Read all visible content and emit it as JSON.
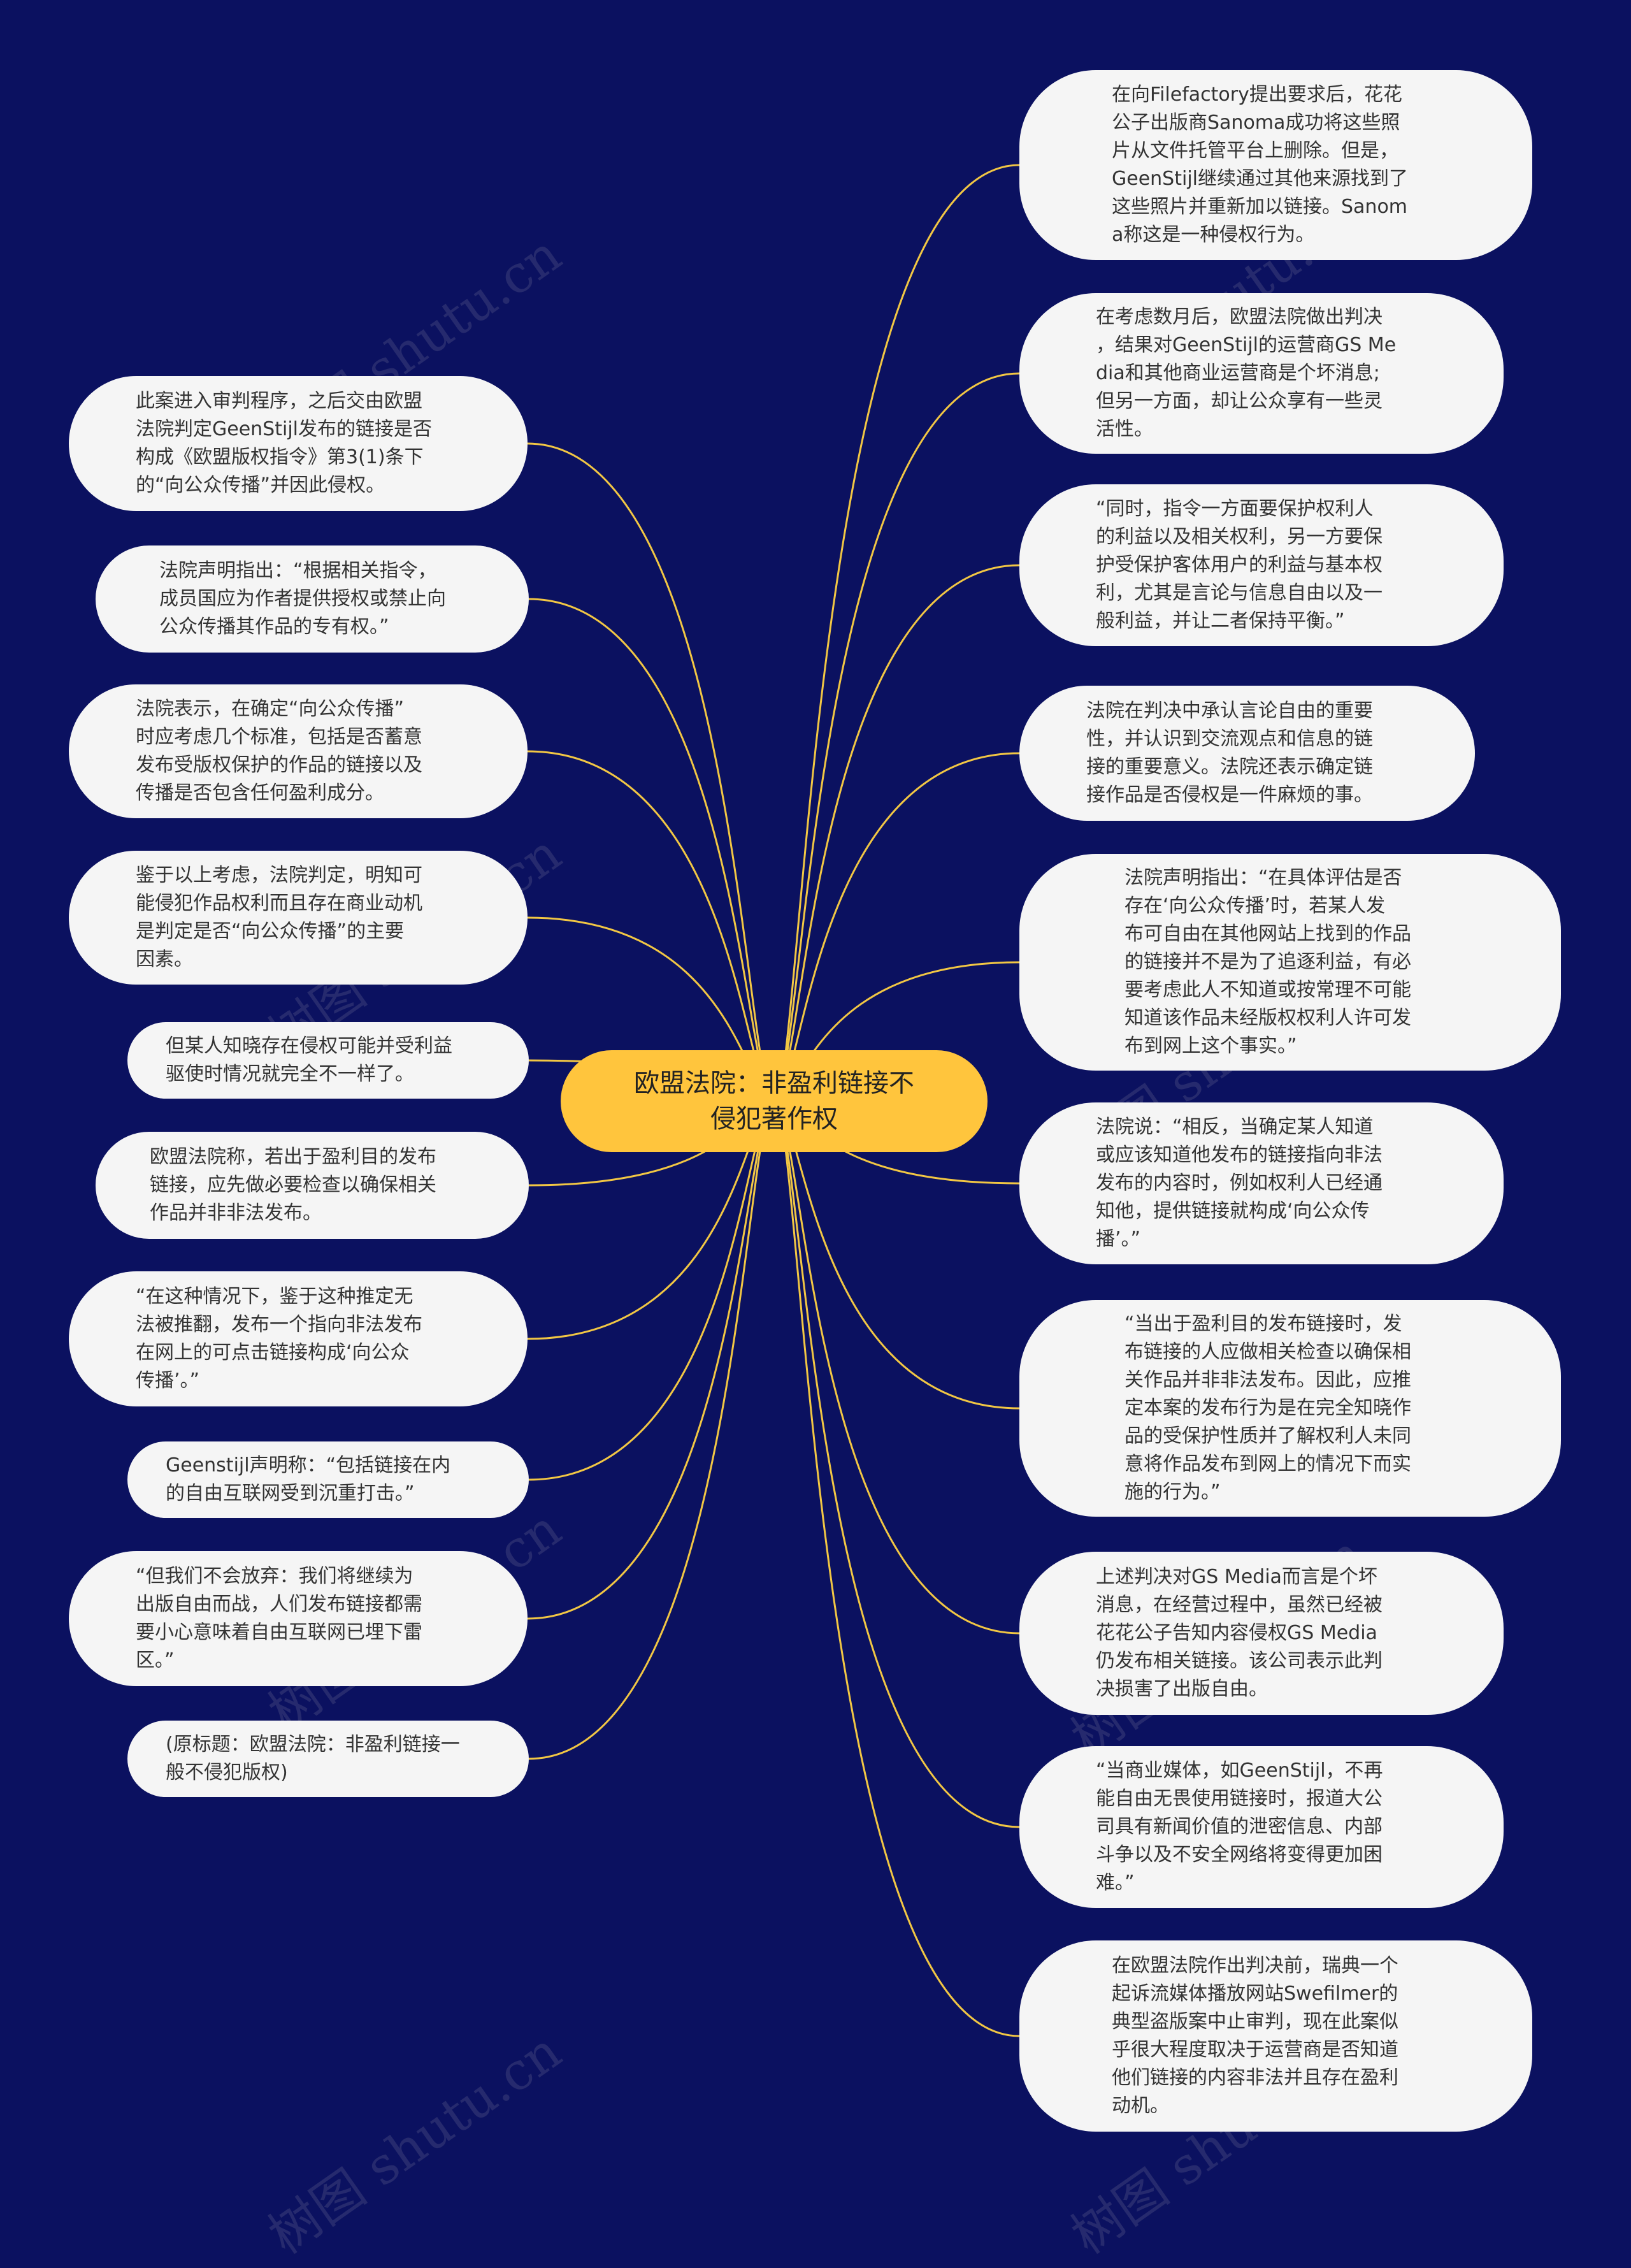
{
  "center": {
    "label": "欧盟法院：非盈利链接不\n侵犯著作权"
  },
  "colors": {
    "background": "#0b1160",
    "center": "#ffc53d",
    "node": "#f5f5f5",
    "line": "#f2c744"
  },
  "watermark": "树图 shutu.cn",
  "left_nodes": [
    {
      "text": "此案进入审判程序，之后交由欧盟\n法院判定GeenStijl发布的链接是否\n构成《欧盟版权指令》第3(1)条下\n的“向公众传播”并因此侵权。"
    },
    {
      "text": "法院声明指出：“根据相关指令，\n成员国应为作者提供授权或禁止向\n公众传播其作品的专有权。”"
    },
    {
      "text": "法院表示，在确定“向公众传播”\n时应考虑几个标准，包括是否蓄意\n发布受版权保护的作品的链接以及\n传播是否包含任何盈利成分。"
    },
    {
      "text": "鉴于以上考虑，法院判定，明知可\n能侵犯作品权利而且存在商业动机\n是判定是否“向公众传播”的主要\n因素。"
    },
    {
      "text": "但某人知晓存在侵权可能并受利益\n驱使时情况就完全不一样了。"
    },
    {
      "text": "欧盟法院称，若出于盈利目的发布\n链接，应先做必要检查以确保相关\n作品并非非法发布。"
    },
    {
      "text": "“在这种情况下，鉴于这种推定无\n法被推翻，发布一个指向非法发布\n在网上的可点击链接构成‘向公众\n传播’。”"
    },
    {
      "text": "Geenstijl声明称：“包括链接在内\n的自由互联网受到沉重打击。”"
    },
    {
      "text": "“但我们不会放弃：我们将继续为\n出版自由而战，人们发布链接都需\n要小心意味着自由互联网已埋下雷\n区。”"
    },
    {
      "text": "(原标题：欧盟法院：非盈利链接一\n般不侵犯版权)"
    }
  ],
  "right_nodes": [
    {
      "text": "在向Filefactory提出要求后，花花\n公子出版商Sanoma成功将这些照\n片从文件托管平台上删除。但是，\nGeenStijl继续通过其他来源找到了\n这些照片并重新加以链接。Sanom\na称这是一种侵权行为。"
    },
    {
      "text": "在考虑数月后，欧盟法院做出判决\n，结果对GeenStijl的运营商GS Me\ndia和其他商业运营商是个坏消息;\n但另一方面，却让公众享有一些灵\n活性。"
    },
    {
      "text": "“同时，指令一方面要保护权利人\n的利益以及相关权利，另一方要保\n护受保护客体用户的利益与基本权\n利，尤其是言论与信息自由以及一\n般利益，并让二者保持平衡。”"
    },
    {
      "text": "法院在判决中承认言论自由的重要\n性，并认识到交流观点和信息的链\n接的重要意义。法院还表示确定链\n接作品是否侵权是一件麻烦的事。"
    },
    {
      "text": "法院声明指出：“在具体评估是否\n存在‘向公众传播’时，若某人发\n布可自由在其他网站上找到的作品\n的链接并不是为了追逐利益，有必\n要考虑此人不知道或按常理不可能\n知道该作品未经版权权利人许可发\n布到网上这个事实。”"
    },
    {
      "text": "法院说：“相反，当确定某人知道\n或应该知道他发布的链接指向非法\n发布的内容时，例如权利人已经通\n知他，提供链接就构成‘向公众传\n播’。”"
    },
    {
      "text": "“当出于盈利目的发布链接时，发\n布链接的人应做相关检查以确保相\n关作品并非非法发布。因此，应推\n定本案的发布行为是在完全知晓作\n品的受保护性质并了解权利人未同\n意将作品发布到网上的情况下而实\n施的行为。”"
    },
    {
      "text": "上述判决对GS Media而言是个坏\n消息，在经营过程中，虽然已经被\n花花公子告知内容侵权GS Media\n仍发布相关链接。该公司表示此判\n决损害了出版自由。"
    },
    {
      "text": "“当商业媒体，如GeenStijl，不再\n能自由无畏使用链接时，报道大公\n司具有新闻价值的泄密信息、内部\n斗争以及不安全网络将变得更加困\n难。”"
    },
    {
      "text": "在欧盟法院作出判决前，瑞典一个\n起诉流媒体播放网站Swefilmer的\n典型盗版案中止审判，现在此案似\n乎很大程度取决于运营商是否知道\n他们链接的内容非法并且存在盈利\n动机。"
    }
  ]
}
